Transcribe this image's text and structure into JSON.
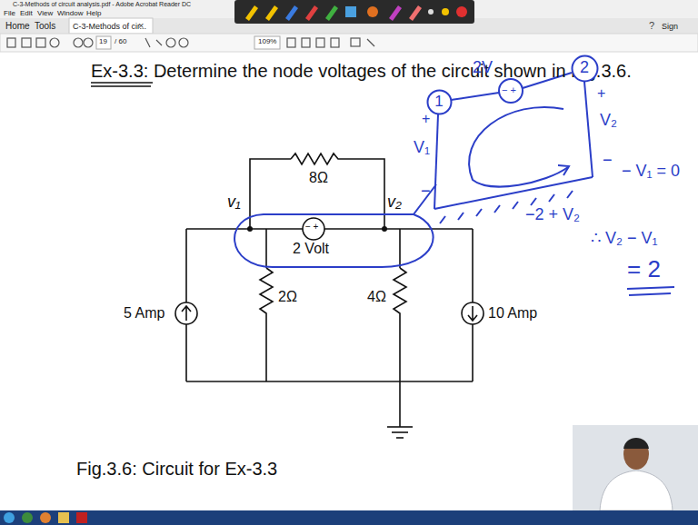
{
  "diagram": {
    "title": "Ex-3.3: Determine the node voltages of the circuit shown in Fig.3.6.",
    "caption": "Fig.3.6: Circuit for Ex-3.3",
    "nodes": [
      {
        "text": [
          "1"
        ]
      },
      {
        "text": [
          "2"
        ]
      }
    ],
    "labels": [
      "C-3-Methods of circuit analysis.pdf - Adobe Acrobat Reader DC",
      "File",
      "Edit",
      "View",
      "Window",
      "Help",
      "Home",
      "Tools",
      "C-3-Methods of cir...",
      "×",
      "?",
      "Sign",
      "19",
      "/ 60",
      "109%",
      "v₁",
      "v₂",
      "8Ω",
      "− +",
      "2 Volt",
      "2Ω",
      "4Ω",
      "5 Amp",
      "10 Amp",
      "2V",
      "− +",
      "+",
      "V₁",
      "−",
      "+",
      "V₂",
      "−",
      "− V₁ = 0",
      "−2 + V₂",
      "∴ V₂ − V₁",
      "= 2"
    ]
  }
}
